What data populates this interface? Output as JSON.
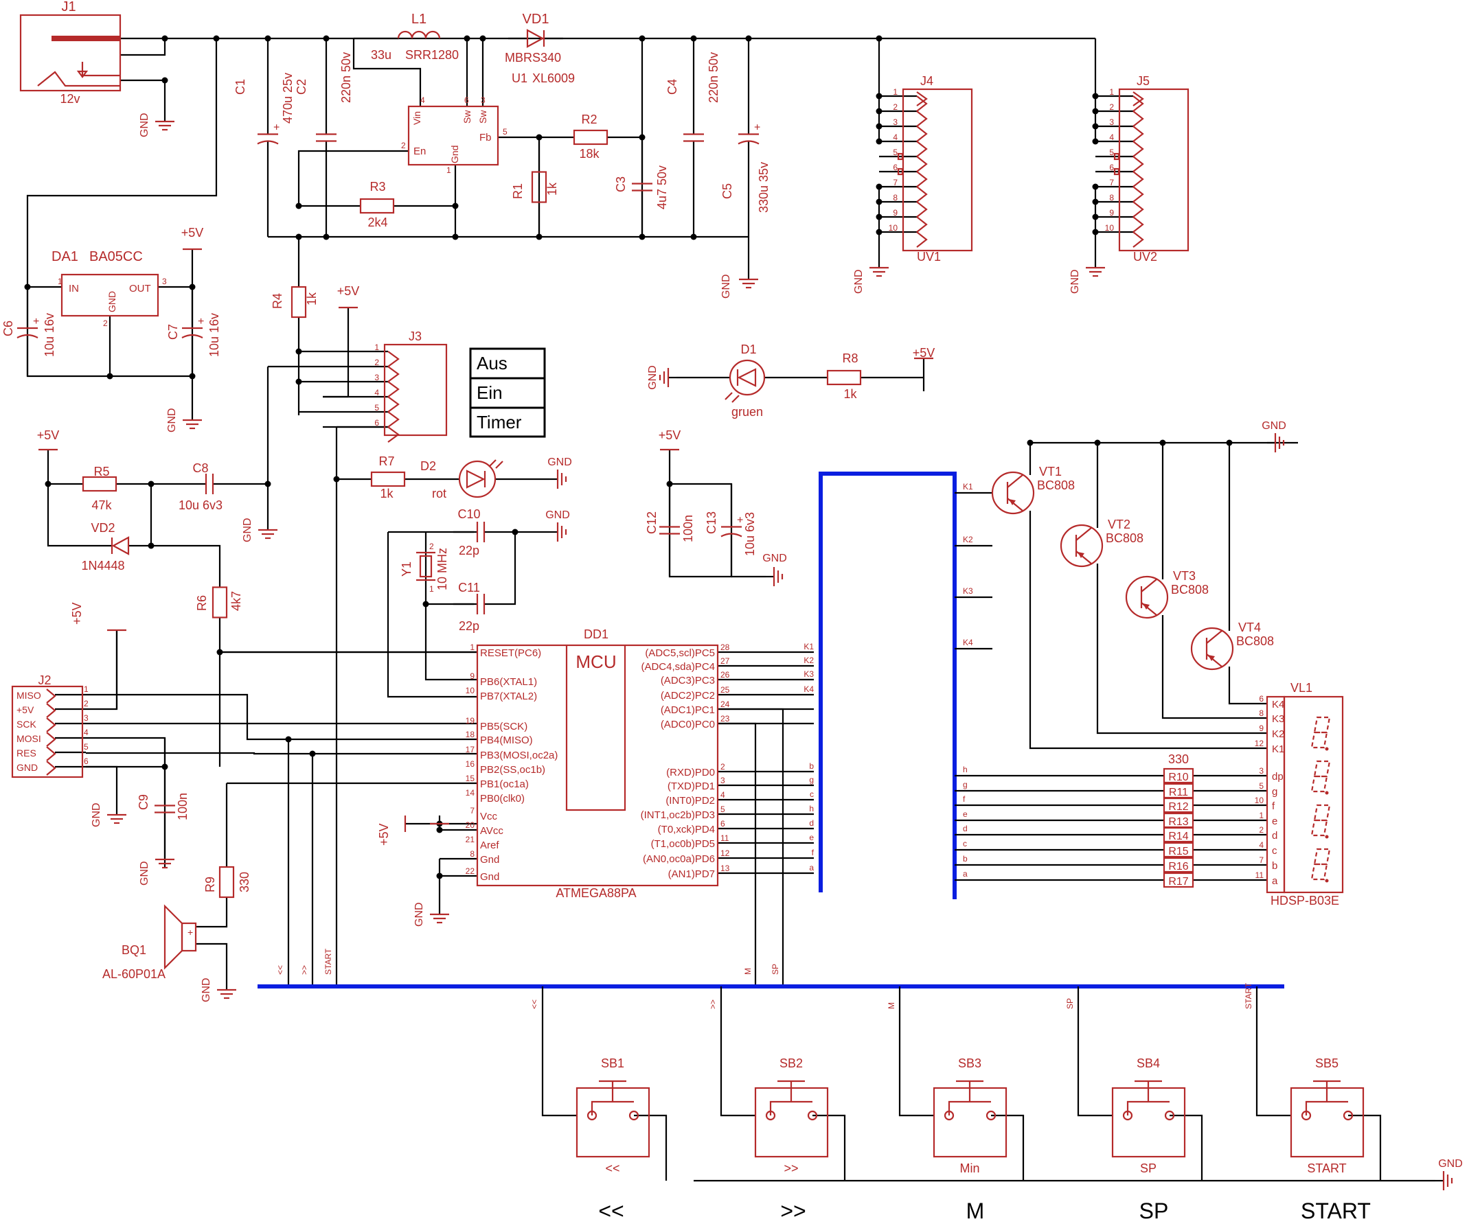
{
  "components": {
    "J1": {
      "ref": "J1",
      "value": "12v"
    },
    "L1": {
      "ref": "L1",
      "value": "33u",
      "part": "SRR1280"
    },
    "VD1": {
      "ref": "VD1",
      "value": "MBRS340"
    },
    "U1": {
      "ref": "U1",
      "value": "XL6009",
      "pins": [
        "Vin",
        "Sw",
        "Sw",
        "En",
        "Gnd",
        "Fb"
      ],
      "pin_numbers": [
        "4",
        "6",
        "3",
        "2",
        "1",
        "5"
      ]
    },
    "C1": {
      "ref": "C1",
      "value": "470u 25v"
    },
    "C2": {
      "ref": "C2",
      "value": "220n 50v"
    },
    "C3": {
      "ref": "C3",
      "value": "4u7 50v"
    },
    "C4": {
      "ref": "C4",
      "value": "220n 50v"
    },
    "C5": {
      "ref": "C5",
      "value": "330u 35v"
    },
    "R1": {
      "ref": "R1",
      "value": "1k"
    },
    "R2": {
      "ref": "R2",
      "value": "18k"
    },
    "R3": {
      "ref": "R3",
      "value": "2k4"
    },
    "R4": {
      "ref": "R4",
      "value": "1k"
    },
    "R5": {
      "ref": "R5",
      "value": "47k"
    },
    "R6": {
      "ref": "R6",
      "value": "4k7"
    },
    "R7": {
      "ref": "R7",
      "value": "1k"
    },
    "R8": {
      "ref": "R8",
      "value": "1k"
    },
    "R9": {
      "ref": "R9",
      "value": "330"
    },
    "DA1": {
      "ref": "DA1",
      "value": "BA05CC",
      "pins": [
        "IN",
        "OUT",
        "GND"
      ],
      "pin_numbers": [
        "1",
        "3",
        "2"
      ]
    },
    "C6": {
      "ref": "C6",
      "value": "10u 16v"
    },
    "C7": {
      "ref": "C7",
      "value": "10u 16v"
    },
    "C8": {
      "ref": "C8",
      "value": "10u 6v3"
    },
    "C9": {
      "ref": "C9",
      "value": "100n"
    },
    "C10": {
      "ref": "C10",
      "value": "22p"
    },
    "C11": {
      "ref": "C11",
      "value": "22p"
    },
    "C12": {
      "ref": "C12",
      "value": "100n"
    },
    "C13": {
      "ref": "C13",
      "value": "10u 6v3"
    },
    "VD2": {
      "ref": "VD2",
      "value": "1N4448"
    },
    "D1": {
      "ref": "D1",
      "value": "gruen"
    },
    "D2": {
      "ref": "D2",
      "value": "rot"
    },
    "Y1": {
      "ref": "Y1",
      "value": "10 MHz"
    },
    "BQ1": {
      "ref": "BQ1",
      "value": "AL-60P01A"
    },
    "J2": {
      "ref": "J2",
      "pins": [
        "MISO",
        "+5V",
        "SCK",
        "MOSI",
        "RES",
        "GND"
      ]
    },
    "J3": {
      "ref": "J3"
    },
    "J4": {
      "ref": "J4",
      "value": "UV1"
    },
    "J5": {
      "ref": "J5",
      "value": "UV2"
    },
    "VT1": {
      "ref": "VT1",
      "value": "BC808"
    },
    "VT2": {
      "ref": "VT2",
      "value": "BC808"
    },
    "VT3": {
      "ref": "VT3",
      "value": "BC808"
    },
    "VT4": {
      "ref": "VT4",
      "value": "BC808"
    },
    "VL1": {
      "ref": "VL1",
      "value": "HDSP-B03E",
      "k_pins": [
        "K4",
        "K3",
        "K2",
        "K1"
      ],
      "k_nums": [
        "6",
        "8",
        "9",
        "12"
      ],
      "seg_pins": [
        "dp",
        "g",
        "f",
        "e",
        "d",
        "c",
        "b",
        "a"
      ],
      "seg_nums": [
        "3",
        "5",
        "10",
        "1",
        "2",
        "4",
        "7",
        "11"
      ]
    },
    "RN": {
      "value": "330",
      "refs": [
        "R10",
        "R11",
        "R12",
        "R13",
        "R14",
        "R15",
        "R16",
        "R17"
      ]
    },
    "DD1": {
      "ref": "DD1",
      "label": "MCU",
      "value": "ATMEGA88PA",
      "left_pins": [
        {
          "num": "1",
          "name": "RESET(PC6)"
        },
        {
          "num": "9",
          "name": "PB6(XTAL1)"
        },
        {
          "num": "10",
          "name": "PB7(XTAL2)"
        },
        {
          "num": "19",
          "name": "PB5(SCK)"
        },
        {
          "num": "18",
          "name": "PB4(MISO)"
        },
        {
          "num": "17",
          "name": "PB3(MOSI,oc2a)"
        },
        {
          "num": "16",
          "name": "PB2(SS,oc1b)"
        },
        {
          "num": "15",
          "name": "PB1(oc1a)"
        },
        {
          "num": "14",
          "name": "PB0(clk0)"
        },
        {
          "num": "7",
          "name": "Vcc"
        },
        {
          "num": "20",
          "name": "AVcc"
        },
        {
          "num": "21",
          "name": "Aref"
        },
        {
          "num": "8",
          "name": "Gnd"
        },
        {
          "num": "22",
          "name": "Gnd"
        }
      ],
      "right_pins": [
        {
          "num": "28",
          "name": "(ADC5,scl)PC5",
          "net": "K1"
        },
        {
          "num": "27",
          "name": "(ADC4,sda)PC4",
          "net": "K2"
        },
        {
          "num": "26",
          "name": "(ADC3)PC3",
          "net": "K3"
        },
        {
          "num": "25",
          "name": "(ADC2)PC2",
          "net": "K4"
        },
        {
          "num": "24",
          "name": "(ADC1)PC1",
          "net": ""
        },
        {
          "num": "23",
          "name": "(ADC0)PC0",
          "net": ""
        },
        {
          "num": "2",
          "name": "(RXD)PD0",
          "net": "b"
        },
        {
          "num": "3",
          "name": "(TXD)PD1",
          "net": "g"
        },
        {
          "num": "4",
          "name": "(INT0)PD2",
          "net": "c"
        },
        {
          "num": "5",
          "name": "(INT1,oc2b)PD3",
          "net": "h"
        },
        {
          "num": "6",
          "name": "(T0,xck)PD4",
          "net": "d"
        },
        {
          "num": "11",
          "name": "(T1,oc0b)PD5",
          "net": "e"
        },
        {
          "num": "12",
          "name": "(AN0,oc0a)PD6",
          "net": "f"
        },
        {
          "num": "13",
          "name": "(AN1)PD7",
          "net": "a"
        }
      ]
    },
    "buttons": [
      {
        "ref": "SB1",
        "label": "<<",
        "net": "<<"
      },
      {
        "ref": "SB2",
        "label": ">>",
        "net": ">>"
      },
      {
        "ref": "SB3",
        "label": "Min",
        "net": "M"
      },
      {
        "ref": "SB4",
        "label": "SP",
        "net": "SP"
      },
      {
        "ref": "SB5",
        "label": "START",
        "net": "START"
      }
    ]
  },
  "nets": {
    "gnd": "GND",
    "vcc": "+5V",
    "disp_nets_right": [
      "h",
      "g",
      "f",
      "e",
      "d",
      "c",
      "b",
      "a"
    ],
    "k_nets": [
      "K1",
      "K2",
      "K3",
      "K4"
    ],
    "bus_nets_left": [
      "<<",
      ">>",
      "START"
    ],
    "bus_nets_pc": [
      "M",
      "SP"
    ]
  },
  "mode_table": [
    "Aus",
    "Ein",
    "Timer"
  ],
  "button_captions": [
    "<<",
    ">>",
    "M",
    "SP",
    "START"
  ],
  "j4_pins": [
    "1",
    "2",
    "3",
    "4",
    "5",
    "6",
    "7",
    "8",
    "9",
    "10"
  ],
  "j3_pins": [
    "1",
    "2",
    "3",
    "4",
    "5",
    "6"
  ],
  "j2_nums": [
    "1",
    "2",
    "3",
    "4",
    "5",
    "6"
  ]
}
